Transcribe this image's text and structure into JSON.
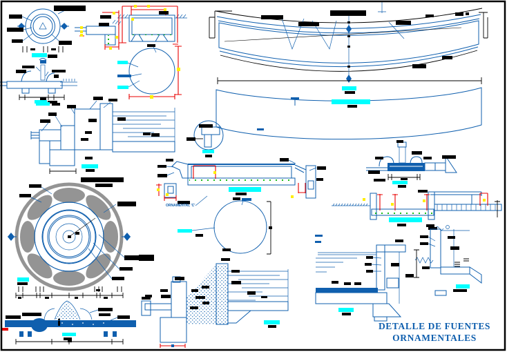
{
  "sheet": {
    "title_line1": "DETALLE DE FUENTES",
    "title_line2": "ORNAMENTALES",
    "detail_caption": "ORNAMENTAL 'C'"
  },
  "palette": {
    "drawing_blue": "#0f5fae",
    "highlight_cyan": "#00ffff",
    "dimension_red": "#e80000",
    "marker_yellow": "#ffee00",
    "marker_green": "#00b400",
    "stone_gray": "#949494",
    "ink_black": "#000000",
    "paper_white": "#ffffff"
  }
}
